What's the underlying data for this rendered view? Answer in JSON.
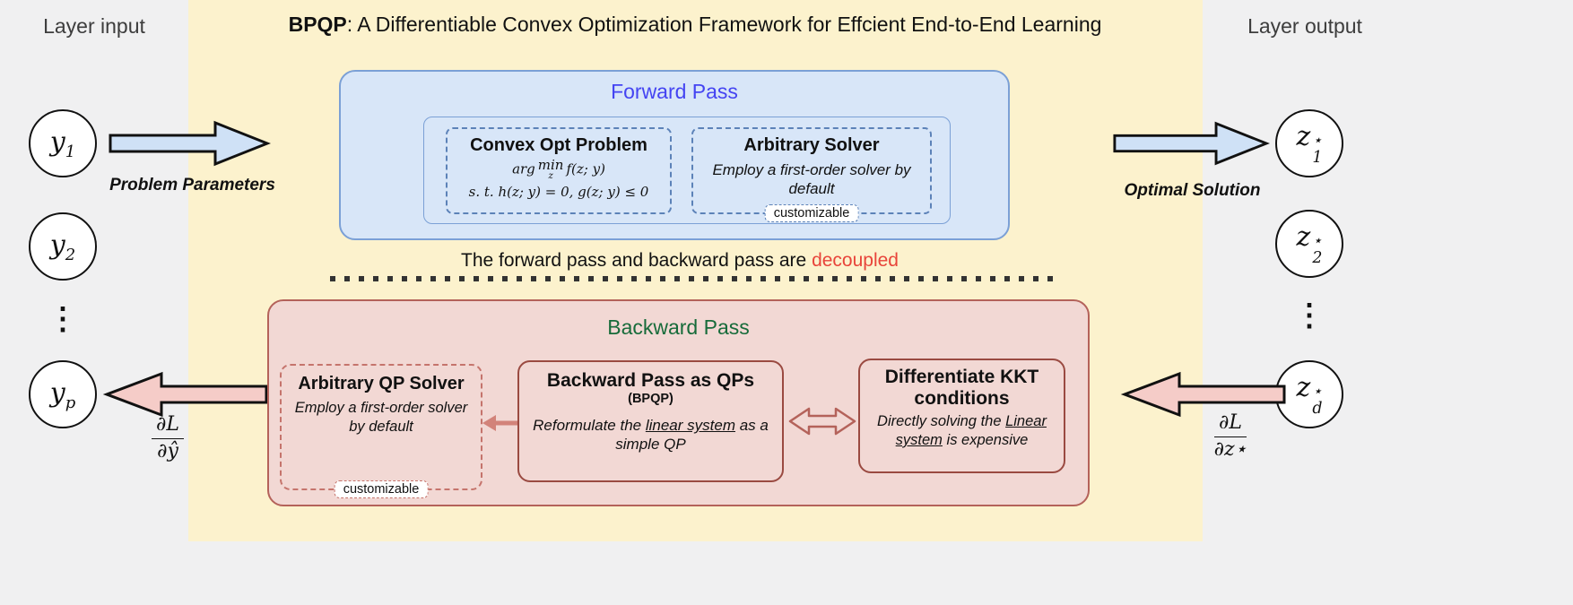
{
  "title": {
    "bold": "BPQP",
    "rest": ": A Differentiable Convex Optimization Framework for Effcient End-to-End Learning"
  },
  "side_labels": {
    "left": "Layer input",
    "right": "Layer output"
  },
  "left_nodes": {
    "n1": {
      "base": "y",
      "sub": "1"
    },
    "n2": {
      "base": "y",
      "sub": "2"
    },
    "dots": "⋮",
    "np": {
      "base": "y",
      "sub": "p"
    }
  },
  "right_nodes": {
    "n1": {
      "base": "z",
      "sup": "⋆",
      "sub": "1"
    },
    "n2": {
      "base": "z",
      "sup": "⋆",
      "sub": "2"
    },
    "dots": "⋮",
    "nd": {
      "base": "z",
      "sup": "⋆",
      "sub": "d"
    }
  },
  "arrows": {
    "problem_parameters": "Problem Parameters",
    "optimal_solution": "Optimal Solution",
    "grad_y": {
      "num": "∂L",
      "den": "∂ŷ"
    },
    "grad_z": {
      "num": "∂L",
      "den": "∂z⋆"
    }
  },
  "forward": {
    "title": "Forward Pass",
    "convex": {
      "title": "Convex Opt Problem",
      "math": {
        "arg": "arg",
        "min": "min",
        "min_sub": "z",
        "objective": "f(z; y)",
        "constraints": "s. t. h(z; y) = 0, g(z; y) ≤ 0"
      }
    },
    "solver": {
      "title": "Arbitrary Solver",
      "body": "Employ a first-order solver by default",
      "tag": "customizable"
    }
  },
  "decoupled": {
    "pre": "The forward pass and backward pass are ",
    "highlight": "decoupled"
  },
  "backward": {
    "title": "Backward Pass",
    "qp_solver": {
      "title": "Arbitrary QP Solver",
      "body": "Employ a first-order solver by default",
      "tag": "customizable"
    },
    "bpqp": {
      "title": "Backward Pass as QPs",
      "subtitle": "(BPQP)",
      "body_pre": "Reformulate the ",
      "body_underline": "linear system",
      "body_post": " as a simple QP"
    },
    "kkt": {
      "title": "Differentiate KKT conditions",
      "body_pre": "Directly solving the ",
      "body_underline": "Linear system",
      "body_post": " is expensive"
    }
  },
  "colors": {
    "panel_yellow": "#fcf2cd",
    "forward_fill": "#d8e6f8",
    "forward_border": "#7ba0d6",
    "forward_title_blue": "#4444f2",
    "backward_fill": "#f2d8d4",
    "backward_border": "#b4625a",
    "backward_title_green": "#176b3a",
    "decoupled_red": "#e8443a",
    "arrow_blue": "#cfe1f6",
    "arrow_pink": "#f5ccc8"
  }
}
